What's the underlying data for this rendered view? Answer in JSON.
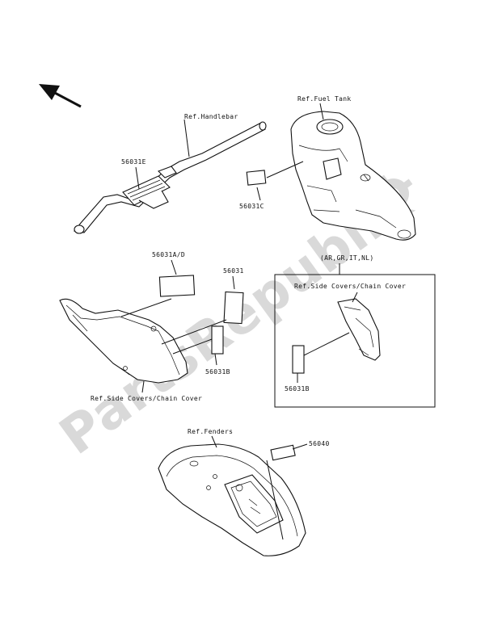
{
  "watermark": "PartsRepublik",
  "labels": {
    "ref_handlebar": "Ref.Handlebar",
    "ref_fuel_tank": "Ref.Fuel Tank",
    "ref_side_covers_left": "Ref.Side Covers/Chain Cover",
    "ref_side_covers_inset": "Ref.Side Covers/Chain Cover",
    "ref_fenders": "Ref.Fenders",
    "inset_title": "(AR,GR,IT,NL)"
  },
  "parts": {
    "p56031E": "56031E",
    "p56031C": "56031C",
    "p56031AD": "56031A/D",
    "p56031": "56031",
    "p56031B_main": "56031B",
    "p56031B_inset": "56031B",
    "p56040": "56040"
  },
  "icons": {
    "direction": "front-direction-arrow-icon",
    "watermark_gear": "gear-icon"
  },
  "colors": {
    "line": "#111111",
    "watermark": "#d9d9d9"
  }
}
